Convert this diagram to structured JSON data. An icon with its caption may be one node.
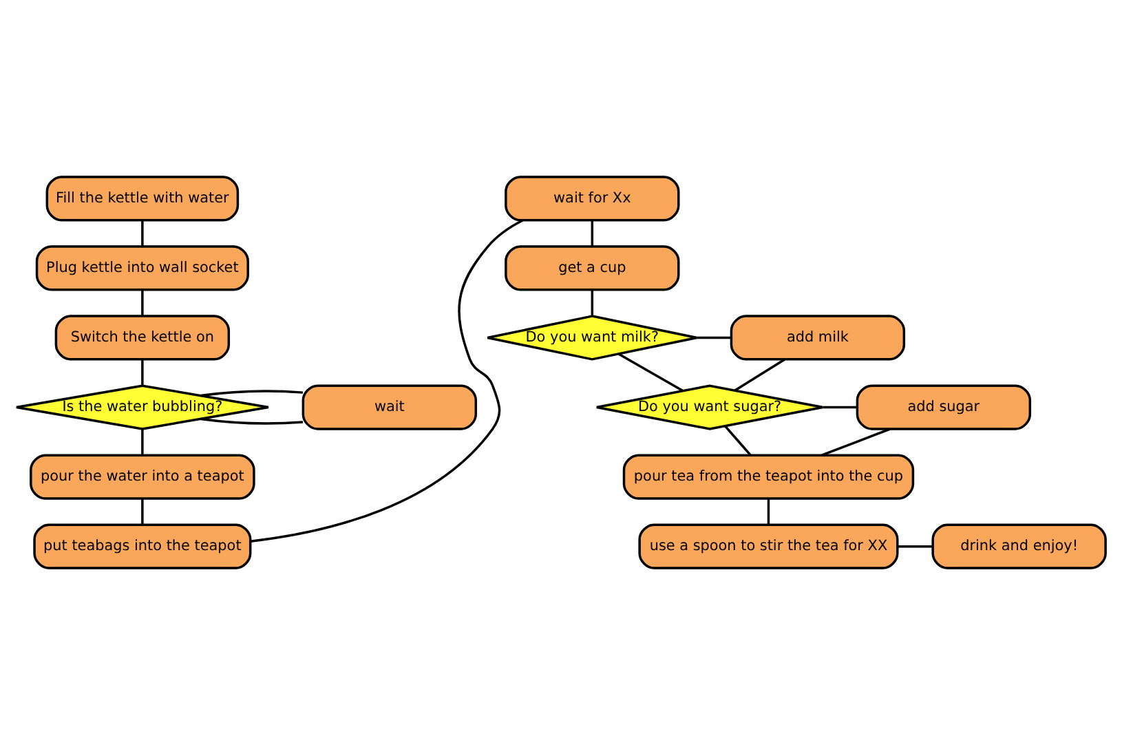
{
  "diagram": {
    "nodes": [
      {
        "text": [
          "Fill the kettle with water"
        ]
      },
      {
        "text": [
          "Plug kettle into wall socket"
        ]
      },
      {
        "text": [
          "Switch the kettle on"
        ]
      },
      {
        "text": [
          "Is the water bubbling?"
        ]
      },
      {
        "text": [
          "wait"
        ]
      },
      {
        "text": [
          "pour the water into a teapot"
        ]
      },
      {
        "text": [
          "put teabags into the teapot"
        ]
      },
      {
        "text": [
          "wait for Xx"
        ]
      },
      {
        "text": [
          "get a cup"
        ]
      },
      {
        "text": [
          "Do you want milk?"
        ]
      },
      {
        "text": [
          "add milk"
        ]
      },
      {
        "text": [
          "Do you want sugar?"
        ]
      },
      {
        "text": [
          "add sugar"
        ]
      },
      {
        "text": [
          "pour tea from the teapot into the cup"
        ]
      },
      {
        "text": [
          "use a spoon to stir the tea for XX"
        ]
      },
      {
        "text": [
          "drink and enjoy!"
        ]
      }
    ],
    "edges": [
      {
        "from": 0,
        "to": 1,
        "arrow": "none"
      },
      {
        "from": 1,
        "to": 2,
        "arrow": "none"
      },
      {
        "from": 2,
        "to": 3,
        "arrow": "none"
      },
      {
        "from": 3,
        "to": 4,
        "arrow": "none"
      },
      {
        "from": 4,
        "to": 3,
        "arrow": "none"
      },
      {
        "from": 3,
        "to": 5,
        "arrow": "none"
      },
      {
        "from": 5,
        "to": 6,
        "arrow": "none"
      },
      {
        "from": 6,
        "to": 7,
        "arrow": "none"
      },
      {
        "from": 7,
        "to": 8,
        "arrow": "none"
      },
      {
        "from": 8,
        "to": 9,
        "arrow": "none"
      },
      {
        "from": 9,
        "to": 10,
        "arrow": "none"
      },
      {
        "from": 9,
        "to": 11,
        "arrow": "none"
      },
      {
        "from": 10,
        "to": 11,
        "arrow": "none"
      },
      {
        "from": 11,
        "to": 12,
        "arrow": "none"
      },
      {
        "from": 11,
        "to": 13,
        "arrow": "none"
      },
      {
        "from": 12,
        "to": 13,
        "arrow": "none"
      },
      {
        "from": 13,
        "to": 14,
        "arrow": "none"
      },
      {
        "from": 14,
        "to": 15,
        "arrow": "none"
      }
    ]
  }
}
